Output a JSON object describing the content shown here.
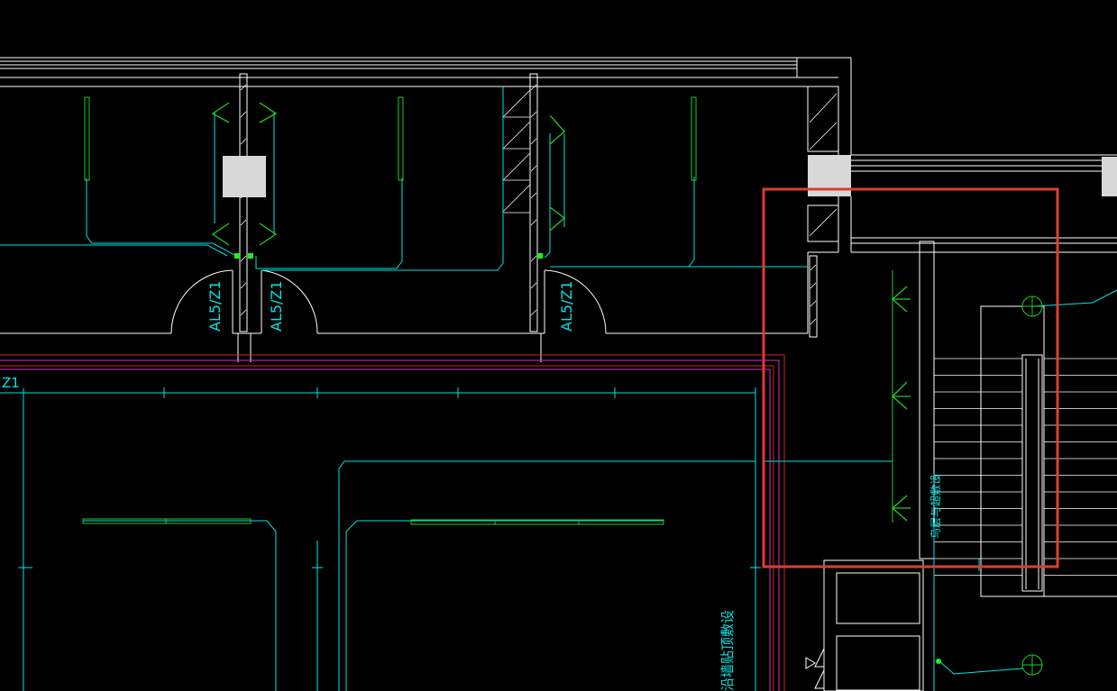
{
  "colors": {
    "background": "#000000",
    "wall": "#ffffff",
    "wire": "#00e5e5",
    "fixture": "#22cc22",
    "boundary_red": "#dd2222",
    "boundary_magenta": "#cc33cc",
    "selection": "#e03c31",
    "column": "#d8d8d8"
  },
  "labels": {
    "circuit_1": "AL5/Z1",
    "circuit_2": "AL5/Z1",
    "circuit_3": "AL5/Z1",
    "edge_tag": "Z1",
    "note_wall": "沿墙贴顶敷设",
    "note_stair": "乌层与超敷设"
  },
  "icons": {
    "outlet": "outlet-circle-icon",
    "fixture": "light-fixture-icon",
    "junction": "junction-dot-icon"
  }
}
